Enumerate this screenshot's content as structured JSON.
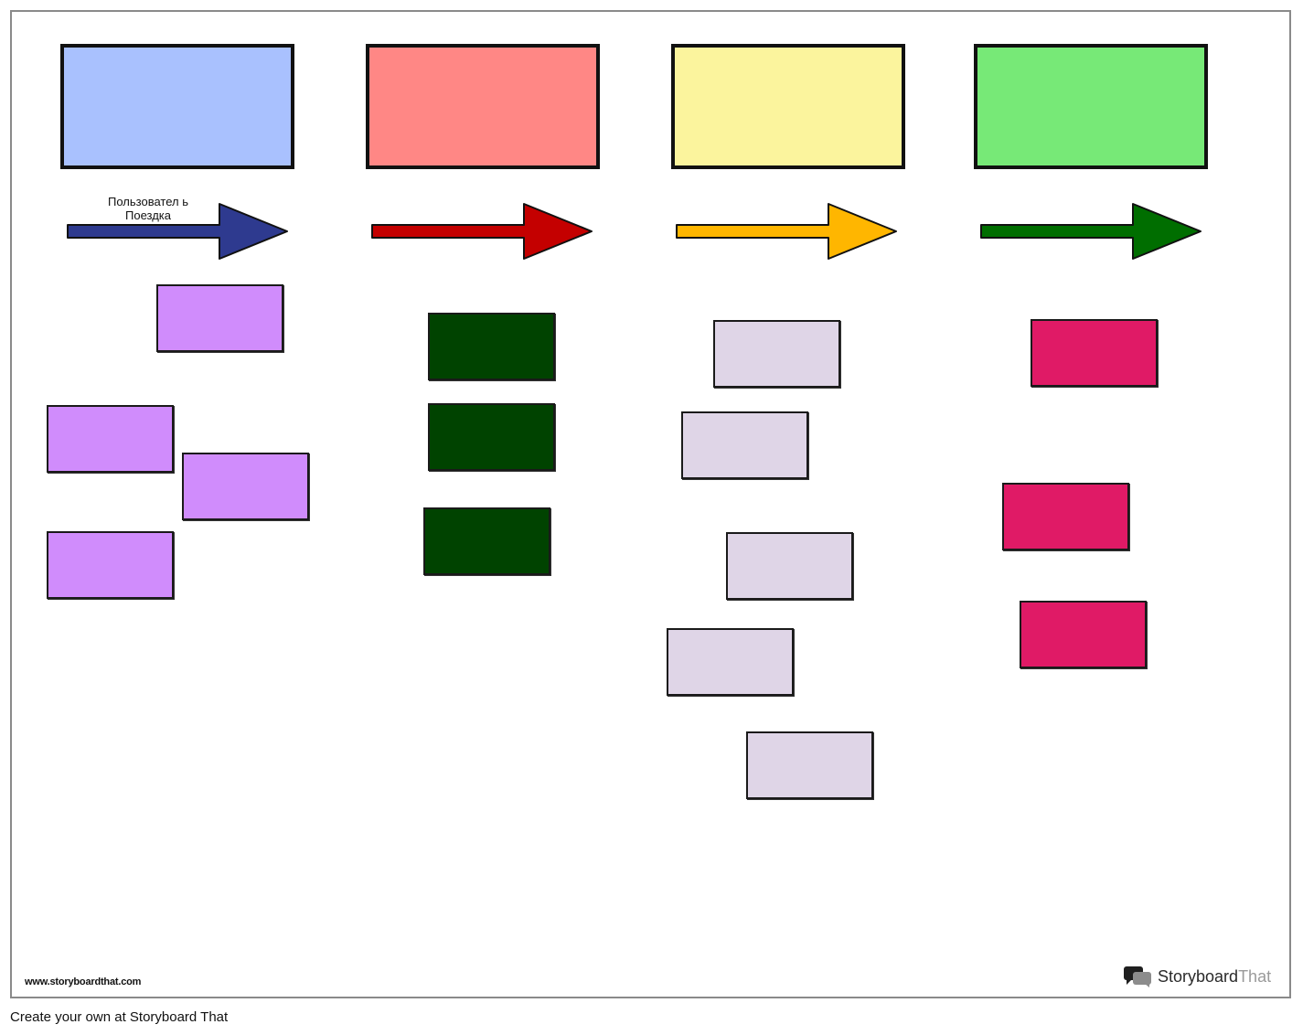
{
  "columns": [
    {
      "header_color": "#a9c1fe",
      "arrow_color": "#2e3a8f",
      "arrow_label": "Пользовател ь Поездка",
      "sticky_color": "#d08cfc"
    },
    {
      "header_color": "#ff8785",
      "arrow_color": "#c40000",
      "arrow_label": "",
      "sticky_color": "#004300"
    },
    {
      "header_color": "#fbf49d",
      "arrow_color": "#ffb600",
      "arrow_label": "",
      "sticky_color": "#dfd5e7"
    },
    {
      "header_color": "#77e977",
      "arrow_color": "#006e00",
      "arrow_label": "",
      "sticky_color": "#e01a66"
    }
  ],
  "watermark": "www.storyboardthat.com",
  "brand": {
    "name_dark": "Storyboard",
    "name_light": "That"
  },
  "footer": "Create your own at Storyboard That"
}
